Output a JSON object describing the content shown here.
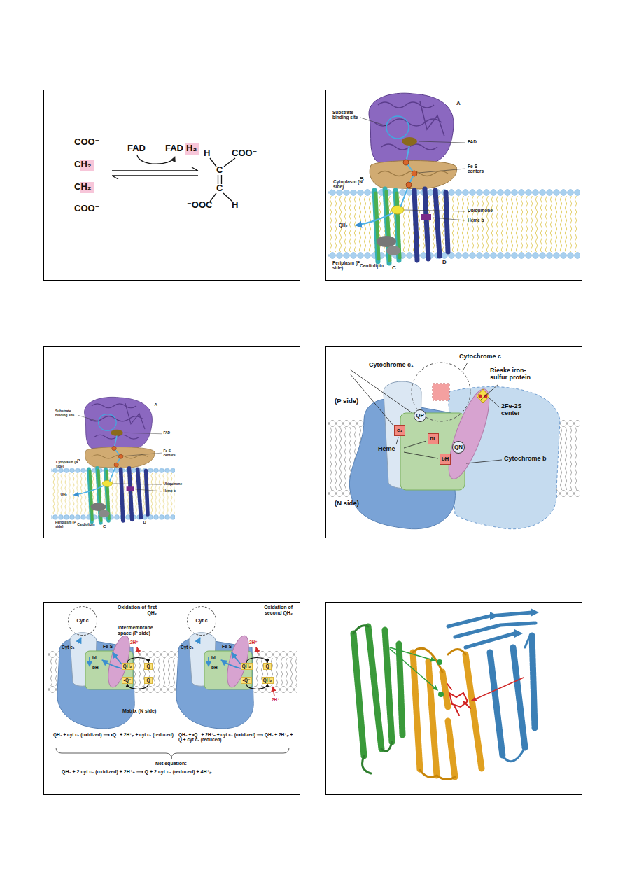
{
  "diagram": {
    "nodes": [
      {
        "text": [
          "QP"
        ]
      },
      {
        "text": [
          "c₁"
        ]
      },
      {
        "text": [
          "bL"
        ]
      },
      {
        "text": [
          "QN"
        ]
      },
      {
        "text": [
          "bH"
        ]
      },
      {
        "text": [
          "Cyt c"
        ]
      },
      {
        "text": [
          "QH₂"
        ]
      },
      {
        "text": [
          "Q"
        ]
      },
      {
        "text": [
          "•Q⁻"
        ]
      },
      {
        "text": [
          "Q"
        ]
      },
      {
        "text": [
          "Cyt c"
        ]
      },
      {
        "text": [
          "QH₂"
        ]
      },
      {
        "text": [
          "Q"
        ]
      },
      {
        "text": [
          "•Q⁻"
        ]
      },
      {
        "text": [
          "QH₂"
        ]
      }
    ],
    "edges": [
      {
        "from": 6,
        "to": 7,
        "arrow": "to"
      },
      {
        "from": 9,
        "to": 8,
        "arrow": "to"
      },
      {
        "from": 11,
        "to": 12,
        "arrow": "to"
      },
      {
        "from": 13,
        "to": 14,
        "arrow": "to"
      }
    ],
    "labels": [
      "COO⁻",
      "CH₂",
      "CH₂",
      "COO⁻",
      "FAD",
      "FAD",
      "H₂",
      "H",
      "COO⁻",
      "C",
      "C",
      "⁻OOC",
      "H",
      "A",
      "Substrate binding site",
      "FAD",
      "Fe-S centers",
      "B",
      "Cytoplasm (N side)",
      "Ubiquinone",
      "Heme b",
      "QH₂",
      "Periplasm (P side)",
      "Cardiolipin",
      "C",
      "D",
      "A",
      "Substrate binding site",
      "FAD",
      "Fe-S centers",
      "B",
      "Cytoplasm (N side)",
      "Ubiquinone",
      "Heme b",
      "QH₂",
      "Periplasm (P side)",
      "Cardiolipin",
      "C",
      "D",
      "Cytochrome c",
      "Cytochrome c₁",
      "Rieske iron-sulfur protein",
      "(P side)",
      "2Fe-2S center",
      "Heme",
      "Cytochrome b",
      "(N side)",
      "Oxidation of first QH₂",
      "Intermembrane space (P side)",
      "Oxidation of second QH₂",
      "Cyt c₁",
      "Fe-S",
      "2H⁺",
      "bL",
      "bH",
      "Matrix (N side)",
      "Cyt c₁",
      "Fe-S",
      "2H⁺",
      "bL",
      "bH",
      "2H⁺",
      "QH₂ + cyt c₁ (oxidized) ⟶ •Q⁻ + 2H⁺ₚ + cyt c₁ (reduced)",
      "QH₂ + •Q⁻ + 2H⁺ₙ + cyt c₁ (oxidized) ⟶ QH₂ + 2H⁺ₚ + Q + cyt c₁ (reduced)",
      "Net equation:",
      "QH₂ + 2 cyt c₁ (oxidized) + 2H⁺ₙ ⟶ Q + 2 cyt c₁ (reduced) + 4H⁺ₚ"
    ]
  }
}
